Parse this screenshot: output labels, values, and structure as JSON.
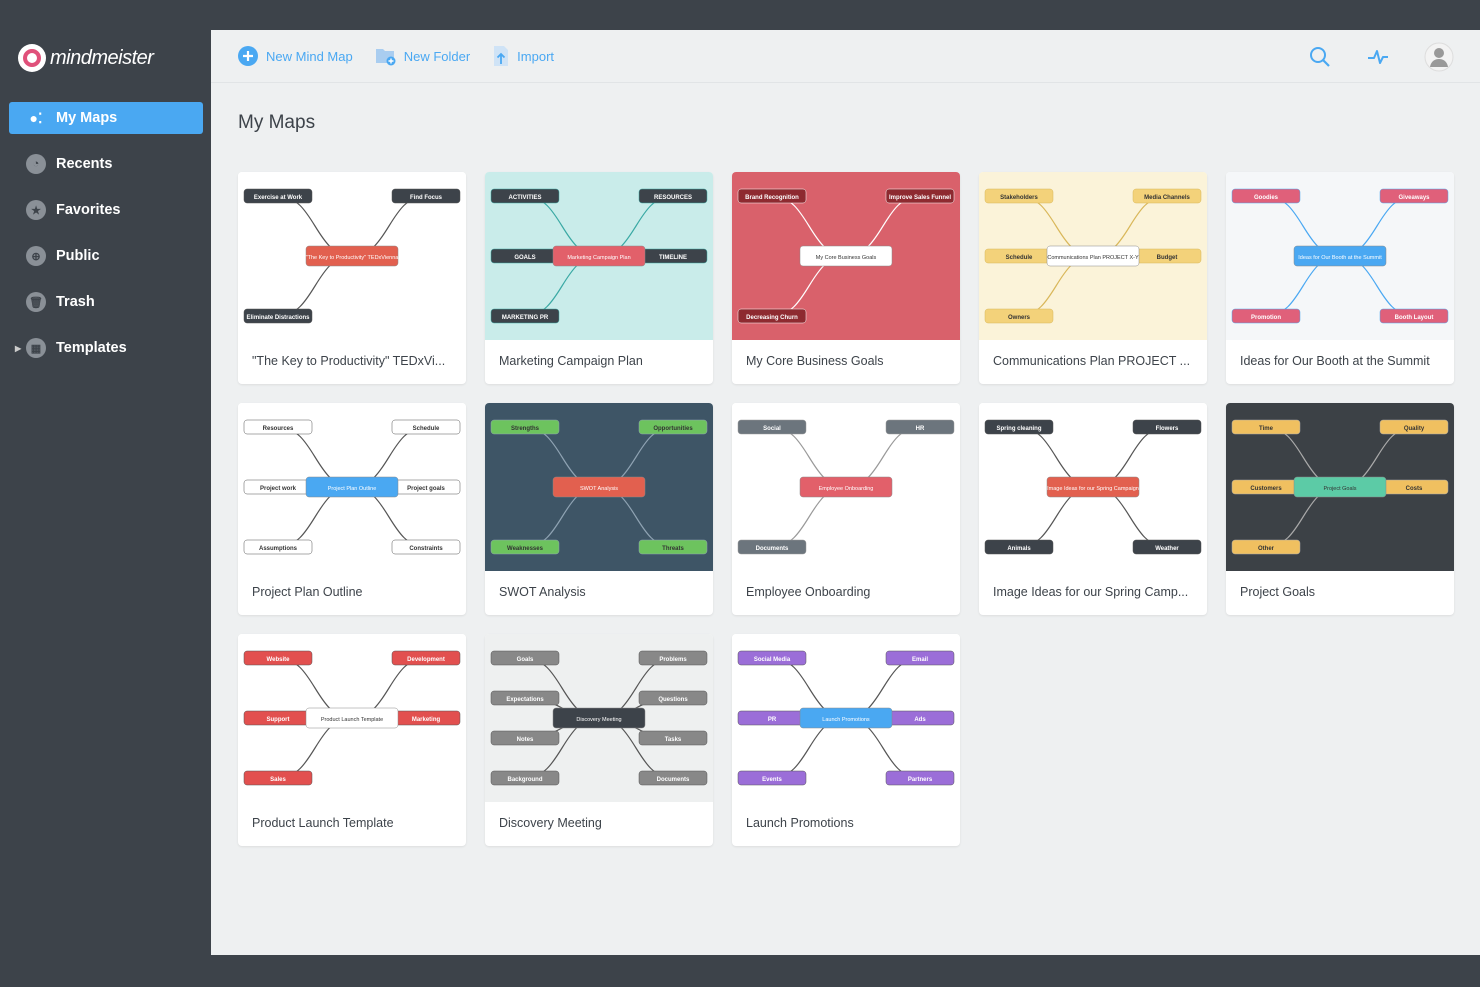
{
  "app": {
    "logo_text": "mindmeister",
    "accent": "#4aa8f2"
  },
  "sidebar": {
    "items": [
      {
        "label": "My Maps",
        "icon": "mindmap-icon",
        "active": true
      },
      {
        "label": "Recents",
        "icon": "clock-icon"
      },
      {
        "label": "Favorites",
        "icon": "star-icon"
      },
      {
        "label": "Public",
        "icon": "globe-icon"
      },
      {
        "label": "Trash",
        "icon": "trash-icon"
      },
      {
        "label": "Templates",
        "icon": "templates-icon",
        "expandable": true
      }
    ]
  },
  "toolbar": {
    "new_map": "New Mind Map",
    "new_folder": "New Folder",
    "import": "Import",
    "search_icon": "search-icon",
    "activity_icon": "activity-icon",
    "avatar_icon": "user-avatar-icon"
  },
  "page_title": "My Maps",
  "maps": [
    {
      "title": "\"The Key to Productivity\" TEDxVi...",
      "bg": "#ffffff",
      "line": "#555",
      "center": "\"The Key to Productivity\" TEDxVienna",
      "center_color": "#e2604f",
      "branches": [
        "Exercise at Work",
        "Find Focus",
        "Eliminate Distractions"
      ],
      "branch_color": "#3d434a"
    },
    {
      "title": "Marketing Campaign Plan",
      "bg": "#c9ecea",
      "line": "#3aa9a4",
      "center": "Marketing Campaign Plan",
      "center_color": "#e2606a",
      "branches": [
        "ACTIVITIES",
        "RESOURCES",
        "GOALS",
        "TIMELINE",
        "MARKETING PR"
      ],
      "branch_color": "#3d434a"
    },
    {
      "title": "My Core Business Goals",
      "bg": "#d9616b",
      "line": "#fff",
      "center": "My Core Business Goals",
      "center_color": "#ffffff",
      "branches": [
        "Brand Recognition",
        "Improve Sales Funnel",
        "Decreasing Churn"
      ],
      "branch_color": "#8e2a30"
    },
    {
      "title": "Communications Plan PROJECT ...",
      "bg": "#fbf3d9",
      "line": "#d9b75a",
      "center": "Communications Plan PROJECT X-Y",
      "center_color": "#ffffff",
      "branches": [
        "Stakeholders",
        "Media Channels",
        "Schedule",
        "Budget",
        "Owners"
      ],
      "branch_color": "#f3d27a"
    },
    {
      "title": "Ideas for Our Booth at the Summit",
      "bg": "#f5f7f9",
      "line": "#4aa8f2",
      "center": "Ideas for Our Booth at the Summit",
      "center_color": "#4aa8f2",
      "branches": [
        "Goodies",
        "Giveaways",
        "Promotion",
        "Booth Layout"
      ],
      "branch_color": "#e0607a"
    },
    {
      "title": "Project Plan Outline",
      "bg": "#ffffff",
      "line": "#555",
      "center": "Project Plan Outline",
      "center_color": "#4aa8f2",
      "branches": [
        "Resources",
        "Schedule",
        "Project work",
        "Project goals",
        "Assumptions",
        "Constraints"
      ],
      "branch_color": "#ffffff"
    },
    {
      "title": "SWOT Analysis",
      "bg": "#3e5566",
      "line": "#8fa3b3",
      "center": "SWOT Analysis",
      "center_color": "#e2604f",
      "branches": [
        "Strengths",
        "Opportunities",
        "Weaknesses",
        "Threats"
      ],
      "branch_color": "#6dc35e"
    },
    {
      "title": "Employee Onboarding",
      "bg": "#ffffff",
      "line": "#999",
      "center": "Employee Onboarding",
      "center_color": "#e2606a",
      "branches": [
        "Social",
        "HR",
        "Documents"
      ],
      "branch_color": "#6c757d"
    },
    {
      "title": "Image Ideas for our Spring Camp...",
      "bg": "#ffffff",
      "line": "#555",
      "center": "Image Ideas for our Spring Campaign",
      "center_color": "#e2604f",
      "branches": [
        "Spring cleaning",
        "Flowers",
        "Animals",
        "Weather"
      ],
      "branch_color": "#3d434a"
    },
    {
      "title": "Project Goals",
      "bg": "#3c4146",
      "line": "#aaa",
      "center": "Project Goals",
      "center_color": "#5ccba6",
      "branches": [
        "Time",
        "Quality",
        "Customers",
        "Costs",
        "Other"
      ],
      "branch_color": "#f0c060"
    },
    {
      "title": "Product Launch Template",
      "bg": "#ffffff",
      "line": "#555",
      "center": "Product Launch Template",
      "center_color": "#ffffff",
      "branches": [
        "Website",
        "Development",
        "Support",
        "Marketing",
        "Sales"
      ],
      "branch_color": "#e2504f"
    },
    {
      "title": "Discovery Meeting",
      "bg": "#eef0f0",
      "line": "#555",
      "center": "Discovery Meeting",
      "center_color": "#3d434a",
      "branches": [
        "Goals",
        "Problems",
        "Expectations",
        "Questions",
        "Notes",
        "Tasks",
        "Background",
        "Documents"
      ],
      "branch_color": "#888"
    },
    {
      "title": "Launch Promotions",
      "bg": "#ffffff",
      "line": "#555",
      "center": "Launch Promotions",
      "center_color": "#4aa8f2",
      "branches": [
        "Social Media",
        "Email",
        "PR",
        "Ads",
        "Events",
        "Partners"
      ],
      "branch_color": "#9b6ed8"
    }
  ]
}
